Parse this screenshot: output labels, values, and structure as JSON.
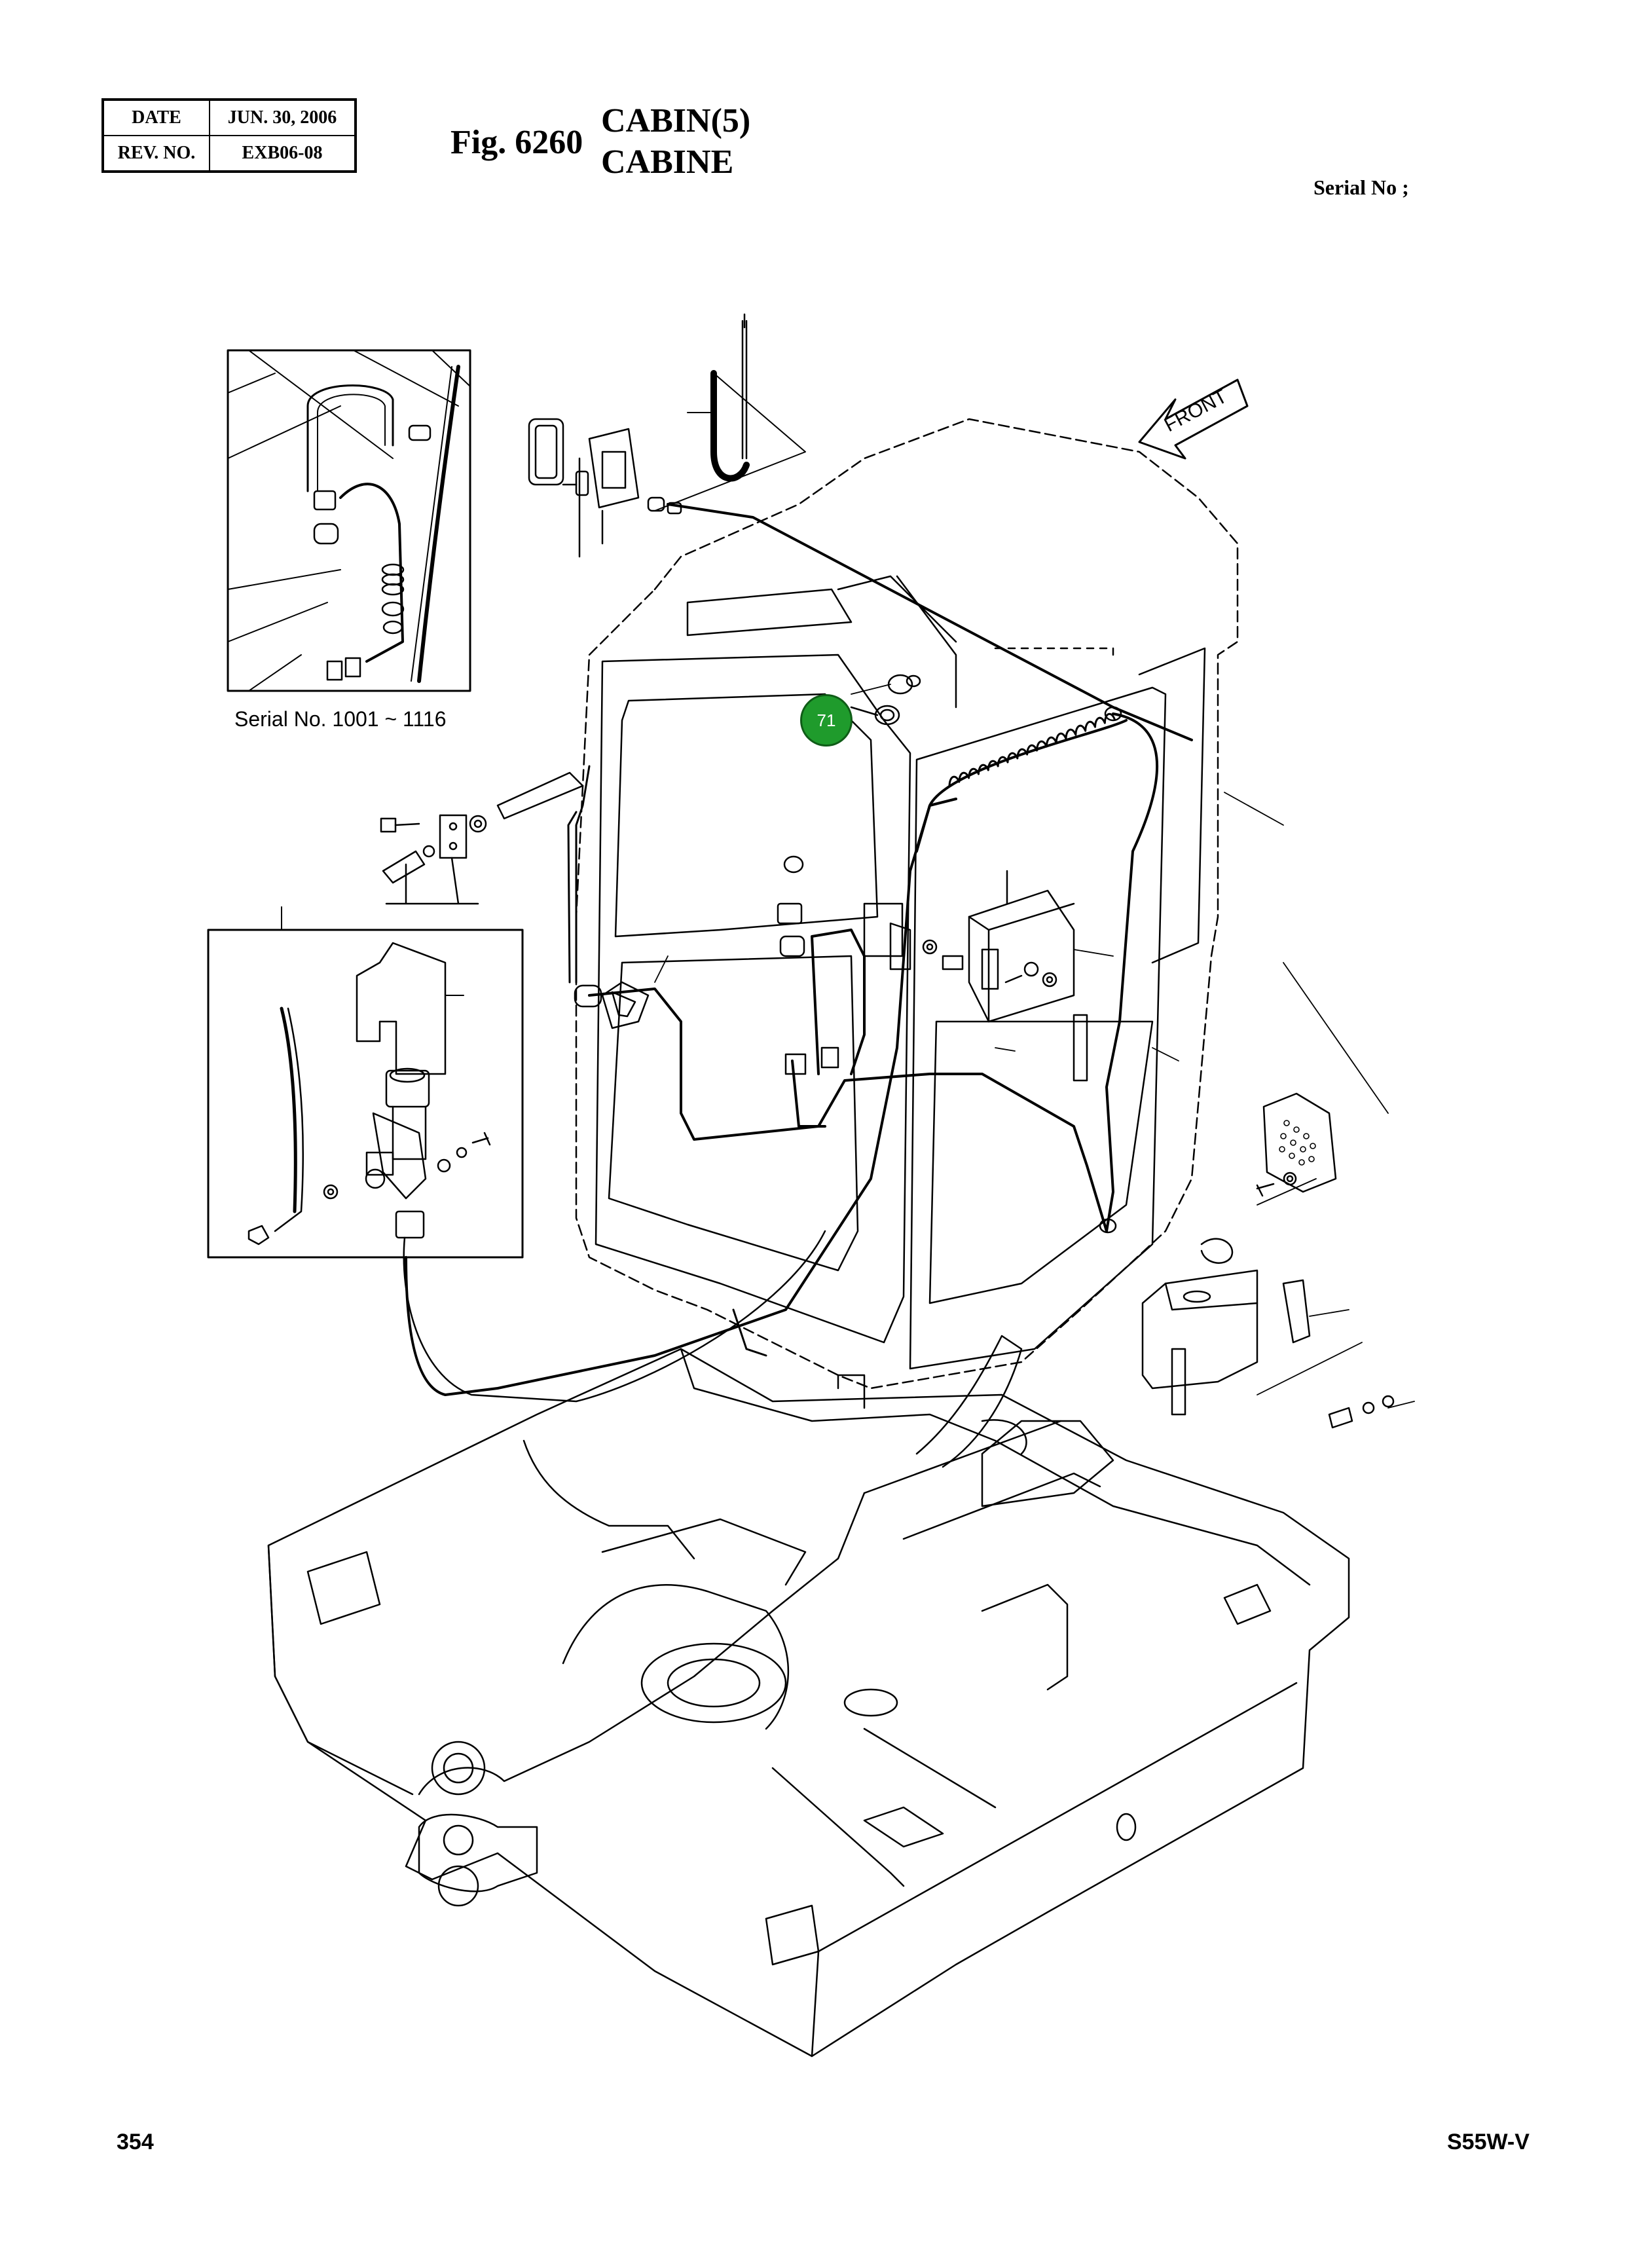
{
  "header": {
    "date_label": "DATE",
    "date_value": "JUN. 30, 2006",
    "rev_label": "REV. NO.",
    "rev_value": "EXB06-08",
    "figure_number": "Fig. 6260",
    "title_en": "CABIN(5)",
    "title_fr": "CABINE",
    "serial_label": "Serial No ;"
  },
  "diagram": {
    "inset_caption": "Serial No. 1001 ~ 1116",
    "front_label": "FRONT",
    "callout_number": "71",
    "callout_color": "#1f9b2c"
  },
  "footer": {
    "page_number": "354",
    "model": "S55W-V"
  }
}
